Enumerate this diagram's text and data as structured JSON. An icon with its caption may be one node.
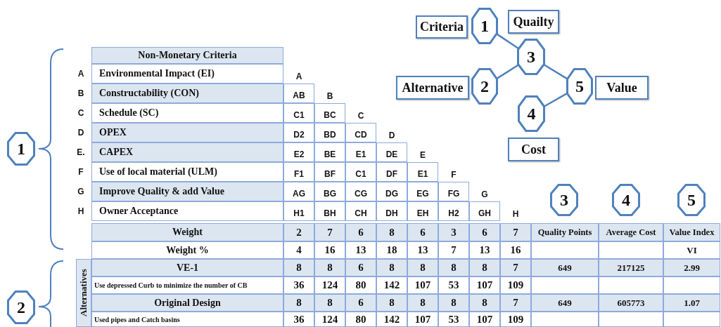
{
  "diagram": {
    "nodes": [
      {
        "text": [
          "Criteria"
        ]
      },
      {
        "text": [
          "1"
        ]
      },
      {
        "text": [
          "Quailty"
        ]
      },
      {
        "text": [
          "3"
        ]
      },
      {
        "text": [
          "Alternative"
        ]
      },
      {
        "text": [
          "2"
        ]
      },
      {
        "text": [
          "5"
        ]
      },
      {
        "text": [
          "Value"
        ]
      },
      {
        "text": [
          "4"
        ]
      },
      {
        "text": [
          "Cost"
        ]
      },
      {
        "text": [
          "1"
        ]
      },
      {
        "text": [
          "3"
        ]
      },
      {
        "text": [
          "4"
        ]
      },
      {
        "text": [
          "5"
        ]
      },
      {
        "text": [
          "2"
        ]
      }
    ],
    "edges": [
      {
        "from": 1,
        "to": 3,
        "arrow": "none"
      },
      {
        "from": 5,
        "to": 3,
        "arrow": "none"
      },
      {
        "from": 3,
        "to": 6,
        "arrow": "none"
      },
      {
        "from": 8,
        "to": 6,
        "arrow": "none"
      }
    ],
    "labels": [
      "Non-Monetary Criteria",
      "A",
      "Environmental Impact (EI)",
      "A",
      "B",
      "Constructability (CON)",
      "AB",
      "B",
      "C",
      "Schedule (SC)",
      "C1",
      "BC",
      "C",
      "D",
      "OPEX",
      "D2",
      "BD",
      "CD",
      "D",
      "E.",
      "CAPEX",
      "E2",
      "BE",
      "E1",
      "DE",
      "E",
      "F",
      "Use of local material (ULM)",
      "F1",
      "BF",
      "C1",
      "DF",
      "E1",
      "F",
      "G",
      "Improve Quality & add Value",
      "AG",
      "BG",
      "CG",
      "DG",
      "EG",
      "FG",
      "G",
      "H",
      "Owner Acceptance",
      "H1",
      "BH",
      "CH",
      "DH",
      "EH",
      "H2",
      "GH",
      "H",
      "Weight",
      "2",
      "7",
      "6",
      "8",
      "6",
      "3",
      "6",
      "7",
      "Quality Points",
      "Average Cost",
      "Value Index",
      "Weight  %",
      "4",
      "16",
      "13",
      "18",
      "13",
      "7",
      "13",
      "16",
      "VI",
      "Alternatives",
      "VE-1",
      "8",
      "8",
      "6",
      "8",
      "8",
      "8",
      "8",
      "7",
      "649",
      "217125",
      "2.99",
      "Use depressed Curb to minimize the number of CB",
      "36",
      "124",
      "80",
      "142",
      "107",
      "53",
      "107",
      "109",
      "Original Design",
      "8",
      "8",
      "6",
      "8",
      "8",
      "8",
      "8",
      "7",
      "649",
      "605773",
      "1.07",
      "Used pipes and Catch basins",
      "36",
      "124",
      "80",
      "142",
      "107",
      "53",
      "107",
      "109"
    ]
  }
}
